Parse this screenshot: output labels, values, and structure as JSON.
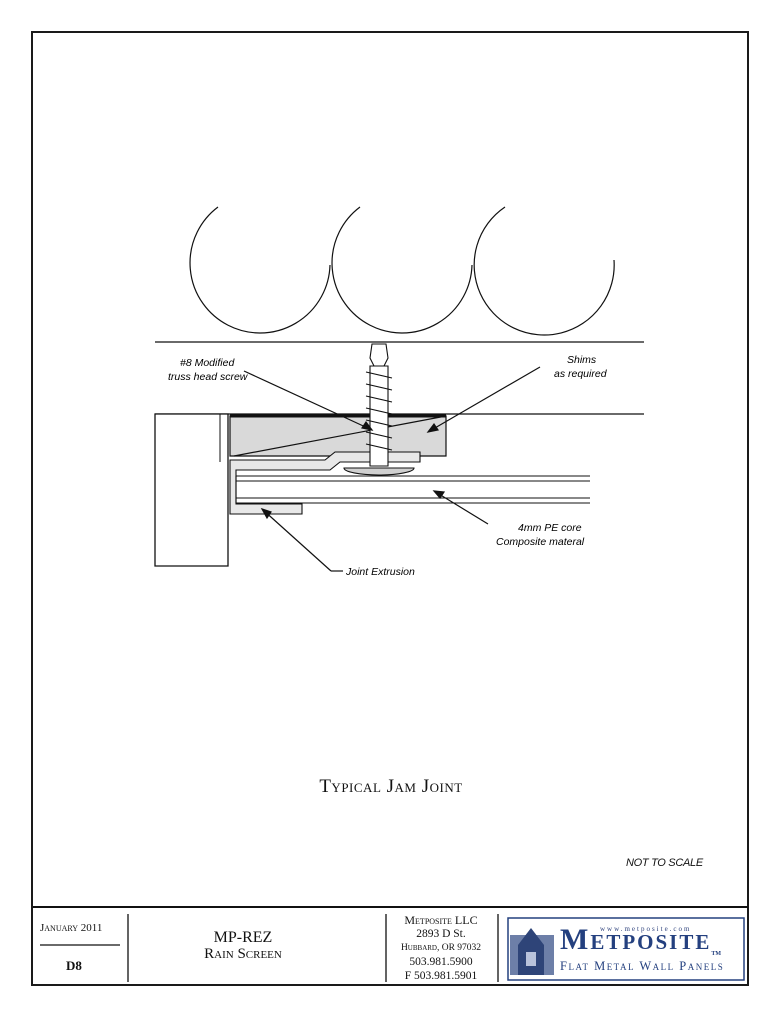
{
  "drawing": {
    "title": "Typical Jam  Joint",
    "scale_note": "NOT TO SCALE",
    "callouts": {
      "screw_line1": "#8 Modified",
      "screw_line2": "truss head screw",
      "shims_line1": "Shims",
      "shims_line2": "as required",
      "core_line1": "4mm PE core",
      "core_line2": "Composite materal",
      "extrusion": "Joint Extrusion"
    }
  },
  "title_block": {
    "date": "January 2011",
    "sheet": "D8",
    "project_line1": "MP-REZ",
    "project_line2": "Rain Screen",
    "company": "Metposite LLC",
    "street": "2893 D St.",
    "city": "Hubbard, OR 97032",
    "phone": "503.981.5900",
    "fax": "F 503.981.5901"
  },
  "logo": {
    "url": "www.metposite.com",
    "brand": "Metposite",
    "tm": "TM",
    "tagline": "Flat Metal Wall Panels",
    "brand_color": "#24407f"
  }
}
